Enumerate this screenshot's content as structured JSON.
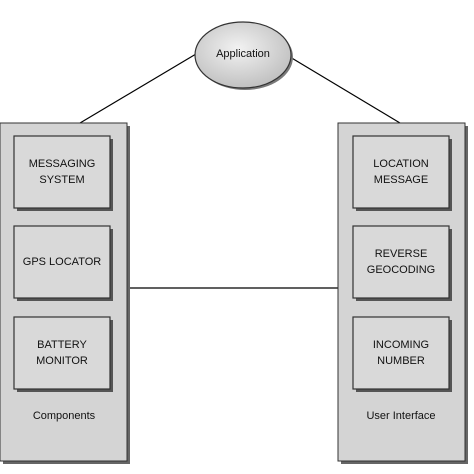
{
  "application": {
    "label": "Application"
  },
  "components_panel": {
    "caption": "Components",
    "boxes": [
      {
        "line1": "MESSAGING",
        "line2": "SYSTEM"
      },
      {
        "line1": "GPS LOCATOR",
        "line2": ""
      },
      {
        "line1": "BATTERY",
        "line2": "MONITOR"
      }
    ]
  },
  "ui_panel": {
    "caption": "User Interface",
    "boxes": [
      {
        "line1": "LOCATION",
        "line2": "MESSAGE"
      },
      {
        "line1": "REVERSE",
        "line2": "GEOCODING"
      },
      {
        "line1": "INCOMING",
        "line2": "NUMBER"
      }
    ]
  },
  "colors": {
    "panel_fill": "#d4d4d4",
    "box_fill": "#d9d9d9",
    "ellipse_fill": "#d6d6d6",
    "stroke": "#333333"
  }
}
